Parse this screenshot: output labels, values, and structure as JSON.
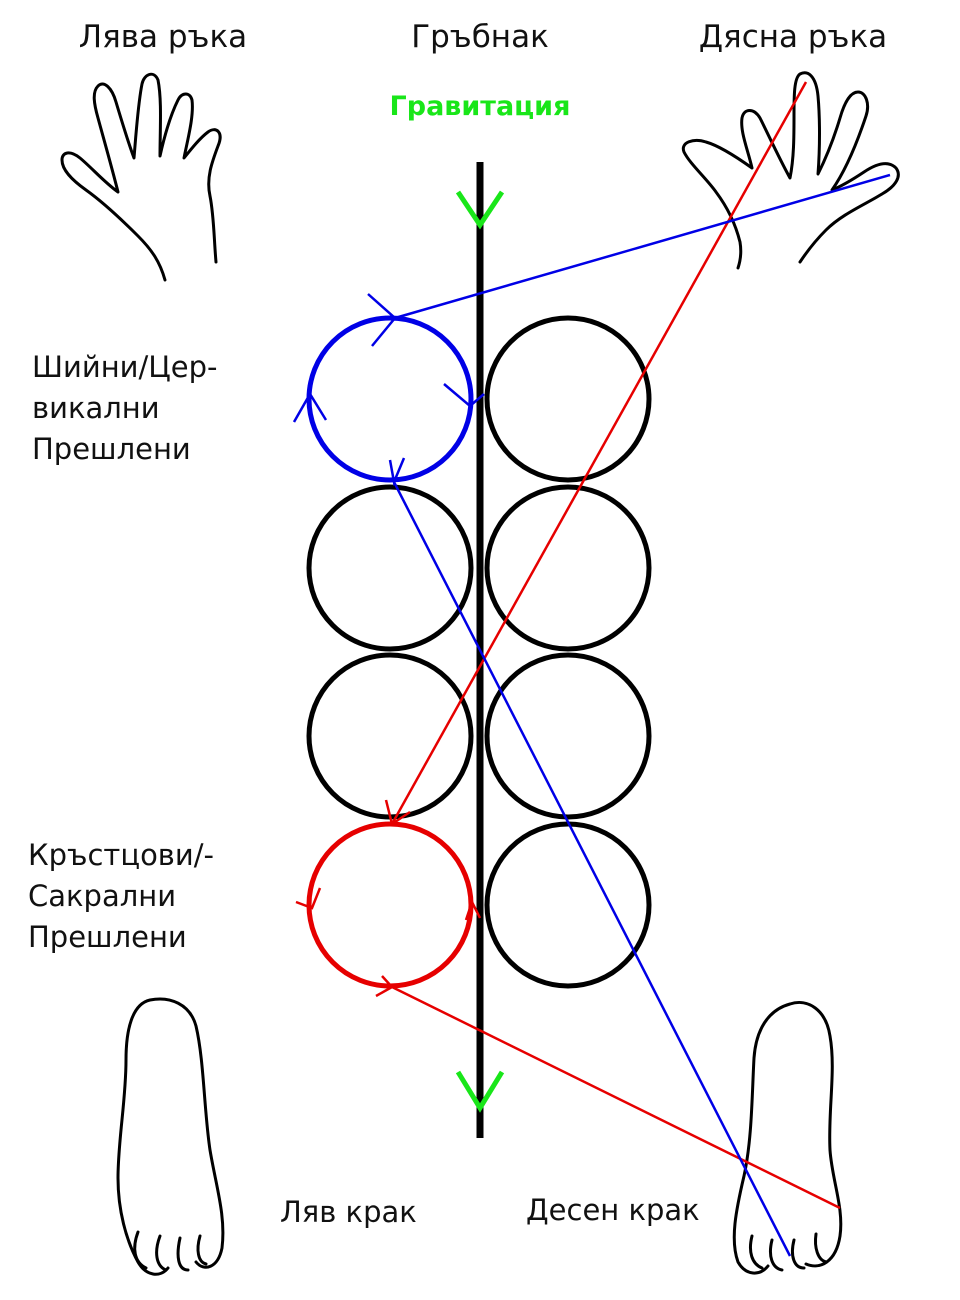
{
  "labels": {
    "left_hand": "Лява ръка",
    "spine": "Гръбнак",
    "right_hand": "Дясна ръка",
    "gravity": "Гравитация",
    "cervical": [
      "Шийни/Цер-",
      "викални",
      "Прешлени"
    ],
    "sacral": [
      "Кръстцови/-",
      "Сакрални",
      "Прешлени"
    ],
    "left_foot": "Ляв крак",
    "right_foot": "Десен крак"
  },
  "colors": {
    "ink": "#000000",
    "gravity": "#19e619",
    "cervical_path": "#0000e6",
    "sacral_path": "#e60000",
    "background": "#ffffff"
  }
}
